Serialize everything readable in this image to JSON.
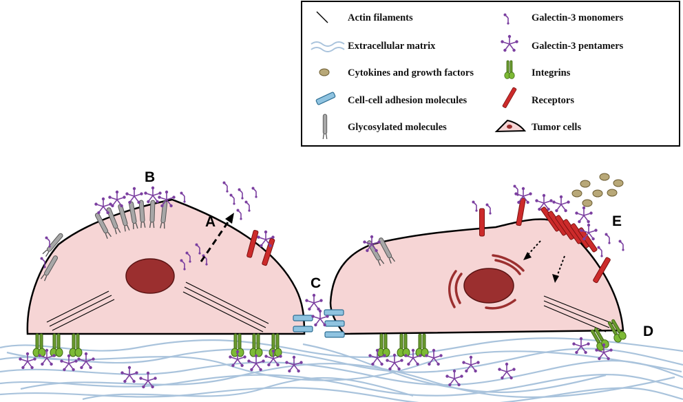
{
  "legend": {
    "items": [
      {
        "icon": "actin-filament-icon",
        "label": "Actin filaments"
      },
      {
        "icon": "extracellular-matrix-icon",
        "label": "Extracellular matrix"
      },
      {
        "icon": "cytokine-icon",
        "label": "Cytokines and growth factors"
      },
      {
        "icon": "adhesion-molecule-icon",
        "label": "Cell-cell adhesion molecules"
      },
      {
        "icon": "glycosylated-molecule-icon",
        "label": "Glycosylated molecules"
      },
      {
        "icon": "galectin-monomer-icon",
        "label": "Galectin-3 monomers"
      },
      {
        "icon": "galectin-pentamer-icon",
        "label": "Galectin-3 pentamers"
      },
      {
        "icon": "integrin-icon",
        "label": "Integrins"
      },
      {
        "icon": "receptor-icon",
        "label": "Receptors"
      },
      {
        "icon": "tumor-cell-icon",
        "label": "Tumor cells"
      }
    ]
  },
  "panels": {
    "a": "A",
    "b": "B",
    "c": "C",
    "d": "D",
    "e": "E"
  },
  "colors": {
    "cell_fill": "#f6d5d5",
    "nucleus": "#9b2f2f",
    "matrix": "#a9c3dc",
    "galectin": "#7b3fa0",
    "integrin": "#6a9a2e",
    "receptor": "#cc2b2b",
    "adhesion": "#8fc3e0",
    "glycosylated": "#a7a7a7",
    "cytokine": "#b8a878"
  }
}
